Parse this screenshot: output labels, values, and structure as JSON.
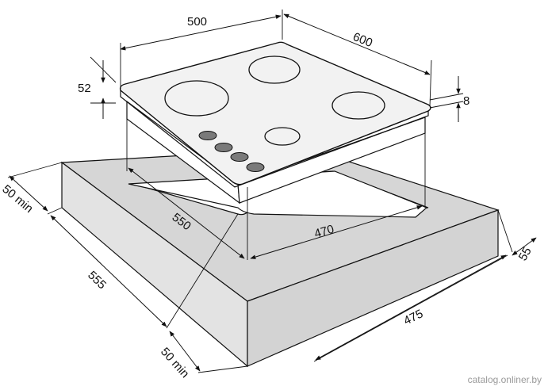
{
  "colors": {
    "line": "#111111",
    "counter_top": "#d6d6d6",
    "counter_side": "#e3e3e3",
    "counter_front": "#d3d3d3",
    "hob_glass": "#f2f2f2",
    "hob_side": "#ffffff",
    "control_knob": "#7a7a7a"
  },
  "dimensions": {
    "hob_width": "500",
    "hob_depth": "600",
    "hob_height_total": "52",
    "glass_thickness": "8",
    "cutout_depth": "550",
    "cutout_width": "470",
    "clearance_back": "50 min",
    "clearance_front": "50 min",
    "counter_depth": "555",
    "counter_width": "475",
    "counter_thickness": "55"
  },
  "watermark": "catalog.onliner.by"
}
